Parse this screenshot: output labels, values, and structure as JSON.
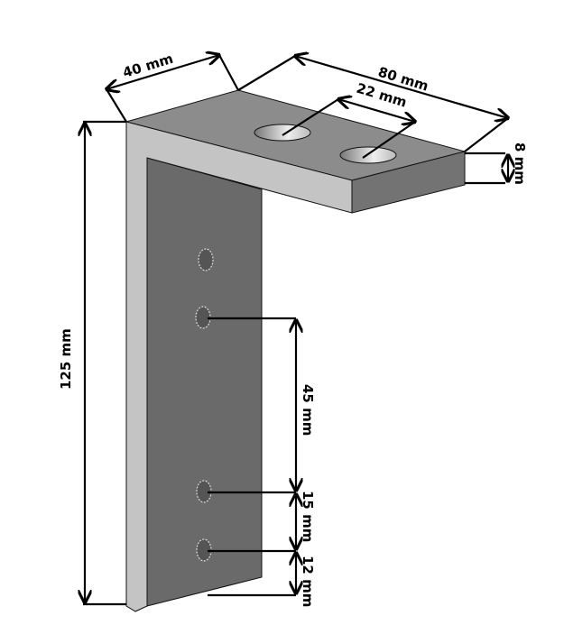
{
  "dimensions": {
    "depth": "40 mm",
    "length": "80 mm",
    "slot_spacing": "22 mm",
    "thickness": "8 mm",
    "height": "125 mm",
    "hole_spacing_1": "45 mm",
    "hole_spacing_2": "15 mm",
    "bottom_offset": "12 mm"
  },
  "colors": {
    "top_face": "#8c8c8c",
    "front_face": "#c4c4c4",
    "side_face": "#6a6a6a",
    "end_face": "#737373"
  }
}
